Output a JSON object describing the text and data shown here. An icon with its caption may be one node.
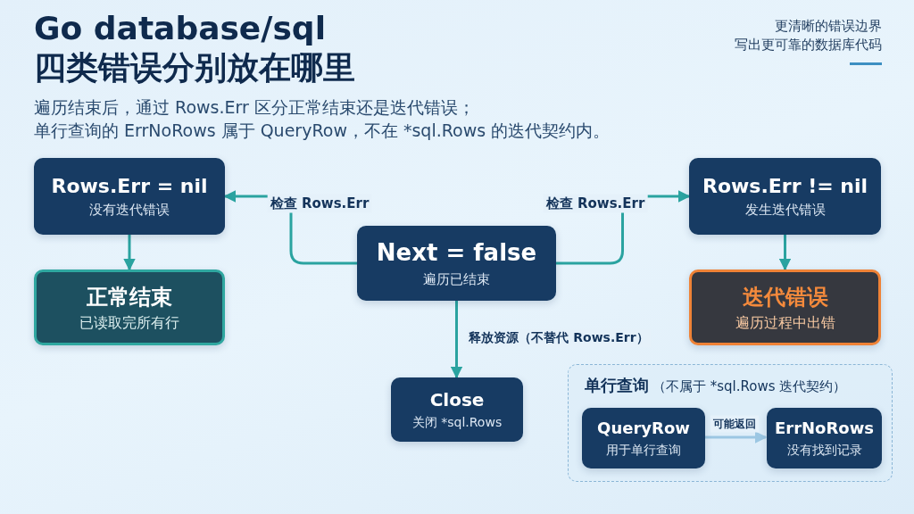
{
  "diagram": {
    "title": "Go database/sql 四类错误分别放在哪里",
    "nodes": [
      {
        "text": [
          "Rows.Err = nil",
          "没有迭代错误"
        ]
      },
      {
        "text": [
          "正常结束",
          "已读取完所有行"
        ]
      },
      {
        "text": [
          "Next = false",
          "遍历已结束"
        ]
      },
      {
        "text": [
          "Rows.Err != nil",
          "发生迭代错误"
        ]
      },
      {
        "text": [
          "迭代错误",
          "遍历过程中出错"
        ]
      },
      {
        "text": [
          "Close",
          "关闭 *sql.Rows"
        ]
      },
      {
        "text": [
          "单行查询",
          "（不属于 *sql.Rows 迭代契约）"
        ]
      },
      {
        "text": [
          "QueryRow",
          "用于单行查询"
        ],
        "in": 6
      },
      {
        "text": [
          "ErrNoRows",
          "没有找到记录"
        ],
        "in": 6
      }
    ],
    "edges": [
      {
        "from": 2,
        "to": 0,
        "arrow": "to",
        "label": "检查 Rows.Err"
      },
      {
        "from": 2,
        "to": 3,
        "arrow": "to",
        "label": "检查 Rows.Err"
      },
      {
        "from": 0,
        "to": 1,
        "arrow": "to"
      },
      {
        "from": 3,
        "to": 4,
        "arrow": "to"
      },
      {
        "from": 2,
        "to": 5,
        "arrow": "to",
        "label": "释放资源（不替代 Rows.Err）"
      },
      {
        "from": 7,
        "to": 8,
        "arrow": "to",
        "label": "可能返回",
        "color": "#3d8fc2"
      }
    ],
    "labels": [
      "更清晰的错误边界",
      "写出更可靠的数据库代码",
      "遍历结束后，通过 Rows.Err 区分正常结束还是迭代错误；",
      "单行查询的 ErrNoRows 属于 QueryRow，不在 *sql.Rows 的迭代契约内。"
    ]
  }
}
